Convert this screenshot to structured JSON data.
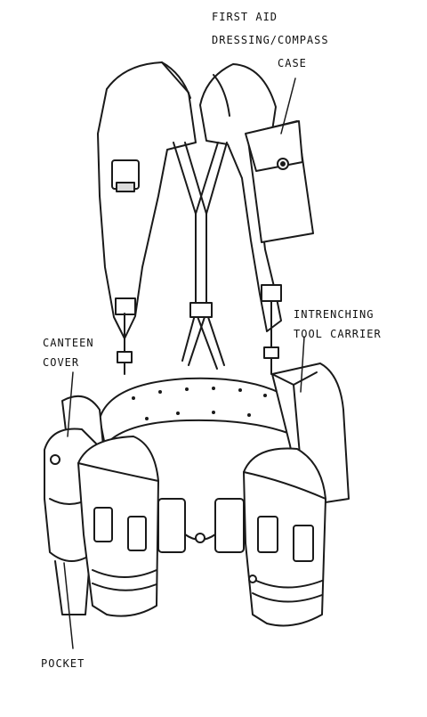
{
  "labels": {
    "first_aid_1": "FIRST  AID",
    "first_aid_2": "DRESSING/COMPASS",
    "first_aid_3": "CASE",
    "intrenching_1": "INTRENCHING",
    "intrenching_2": "TOOL  CARRIER",
    "canteen_1": "CANTEEN",
    "canteen_2": "COVER",
    "pocket": "POCKET"
  },
  "colors": {
    "line": "#1a1a1a",
    "fill": "#ffffff",
    "shade": "#dcdcdc"
  }
}
